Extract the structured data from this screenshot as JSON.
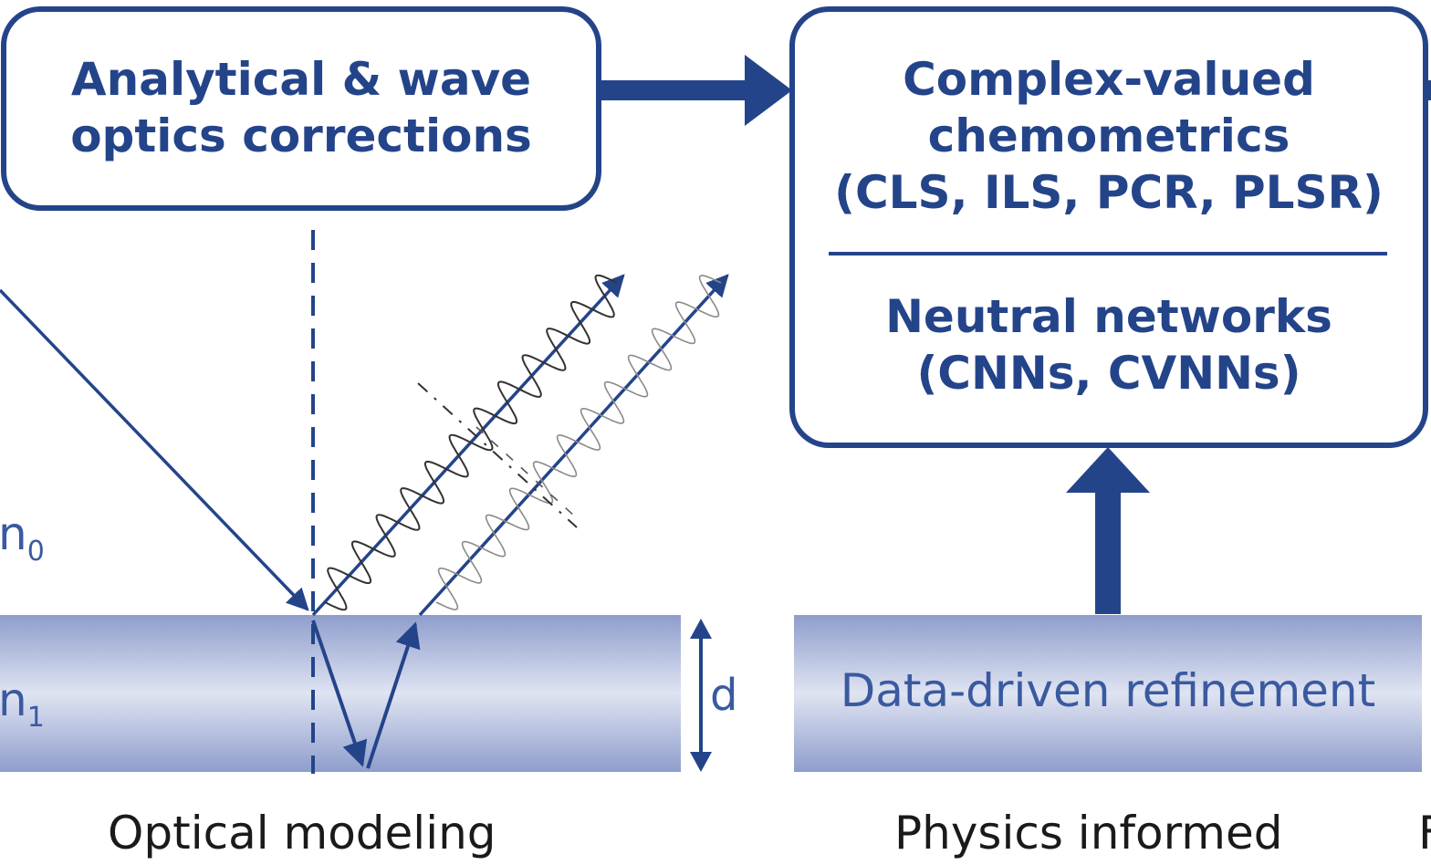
{
  "left_box": {
    "line1": "Analytical & wave",
    "line2": "optics corrections"
  },
  "right_box": {
    "line1": "Complex-valued",
    "line2": "chemometrics",
    "line3": "(CLS, ILS, PCR, PLSR)",
    "line4": "Neutral networks",
    "line5": "(CNNs, CVNNs)"
  },
  "optics": {
    "n0": "n",
    "n0_sub": "0",
    "n1": "n",
    "n1_sub": "1",
    "thickness": "d"
  },
  "refinement": "Data-driven refinement",
  "captions": {
    "left": "Optical modeling",
    "middle": "Physics informed",
    "right_partial": "F"
  },
  "colors": {
    "primary": "#24448a",
    "slab": "#b8c2e0",
    "caption": "#1a1a1a"
  }
}
